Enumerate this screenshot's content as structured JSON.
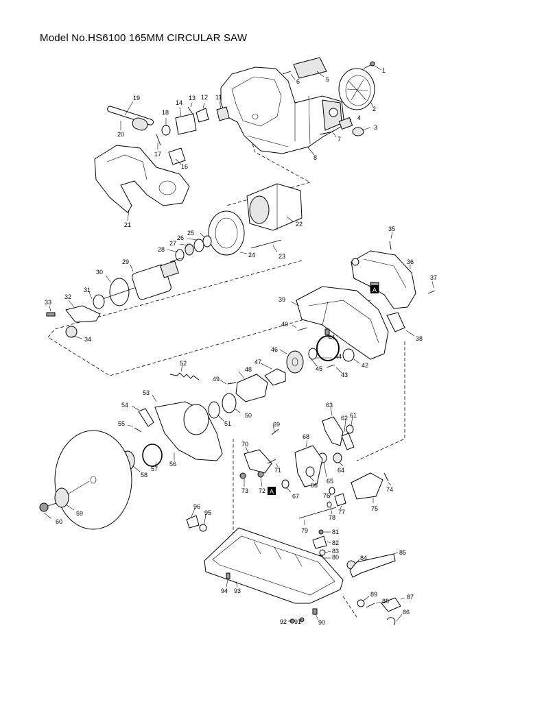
{
  "title": "Model No.HS6100 165MM CIRCULAR SAW",
  "callouts": [
    {
      "n": "1"
    },
    {
      "n": "2"
    },
    {
      "n": "3"
    },
    {
      "n": "4"
    },
    {
      "n": "5"
    },
    {
      "n": "6"
    },
    {
      "n": "7"
    },
    {
      "n": "8"
    },
    {
      "n": "11"
    },
    {
      "n": "12"
    },
    {
      "n": "13"
    },
    {
      "n": "14"
    },
    {
      "n": "16"
    },
    {
      "n": "17"
    },
    {
      "n": "18"
    },
    {
      "n": "19"
    },
    {
      "n": "20"
    },
    {
      "n": "21"
    },
    {
      "n": "22"
    },
    {
      "n": "23"
    },
    {
      "n": "24"
    },
    {
      "n": "25"
    },
    {
      "n": "26"
    },
    {
      "n": "27"
    },
    {
      "n": "28"
    },
    {
      "n": "29"
    },
    {
      "n": "30"
    },
    {
      "n": "31"
    },
    {
      "n": "32"
    },
    {
      "n": "33"
    },
    {
      "n": "34"
    },
    {
      "n": "35"
    },
    {
      "n": "36"
    },
    {
      "n": "37"
    },
    {
      "n": "38"
    },
    {
      "n": "39"
    },
    {
      "n": "40"
    },
    {
      "n": "41"
    },
    {
      "n": "42"
    },
    {
      "n": "43"
    },
    {
      "n": "44"
    },
    {
      "n": "45"
    },
    {
      "n": "46"
    },
    {
      "n": "47"
    },
    {
      "n": "48"
    },
    {
      "n": "49"
    },
    {
      "n": "50"
    },
    {
      "n": "51"
    },
    {
      "n": "52"
    },
    {
      "n": "53"
    },
    {
      "n": "54"
    },
    {
      "n": "55"
    },
    {
      "n": "56"
    },
    {
      "n": "57"
    },
    {
      "n": "58"
    },
    {
      "n": "59"
    },
    {
      "n": "60"
    },
    {
      "n": "61"
    },
    {
      "n": "62"
    },
    {
      "n": "63"
    },
    {
      "n": "64"
    },
    {
      "n": "65"
    },
    {
      "n": "66"
    },
    {
      "n": "67"
    },
    {
      "n": "68"
    },
    {
      "n": "69"
    },
    {
      "n": "70"
    },
    {
      "n": "71"
    },
    {
      "n": "72"
    },
    {
      "n": "73"
    },
    {
      "n": "74"
    },
    {
      "n": "75"
    },
    {
      "n": "76"
    },
    {
      "n": "77"
    },
    {
      "n": "78"
    },
    {
      "n": "79"
    },
    {
      "n": "80"
    },
    {
      "n": "81"
    },
    {
      "n": "82"
    },
    {
      "n": "83"
    },
    {
      "n": "84"
    },
    {
      "n": "85"
    },
    {
      "n": "86"
    },
    {
      "n": "87"
    },
    {
      "n": "88"
    },
    {
      "n": "89"
    },
    {
      "n": "90"
    },
    {
      "n": "91"
    },
    {
      "n": "92"
    },
    {
      "n": "93"
    },
    {
      "n": "94"
    },
    {
      "n": "95"
    },
    {
      "n": "96"
    }
  ],
  "marker_text": "A"
}
